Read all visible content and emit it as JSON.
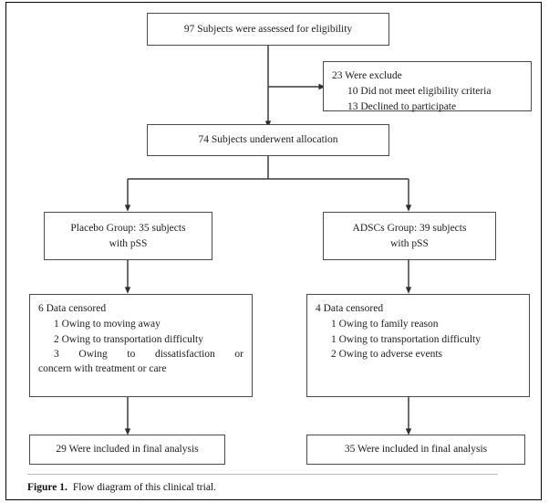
{
  "figure": {
    "number_label": "Figure 1.",
    "caption_text": "Flow diagram of this clinical trial."
  },
  "nodes": {
    "enrollment": {
      "text": "97 Subjects were assessed for eligibility"
    },
    "excluded": {
      "lead": "23 Were exclude",
      "items": [
        "10 Did not meet eligibility criteria",
        "13 Declined to participate"
      ]
    },
    "allocation": {
      "text": "74 Subjects underwent allocation"
    },
    "placebo_group": {
      "line1": "Placebo Group: 35 subjects",
      "line2": "with pSS"
    },
    "adscs_group": {
      "line1": "ADSCs Group: 39 subjects",
      "line2": "with pSS"
    },
    "placebo_censored": {
      "lead": "6 Data censored",
      "items": [
        "1 Owing to moving away",
        "2 Owing to transportation difficulty"
      ],
      "item3_line1": "3 Owing to dissatisfaction or",
      "item3_line2": "concern with treatment or care"
    },
    "adscs_censored": {
      "lead": "4 Data censored",
      "items": [
        "1 Owing to family reason",
        "1 Owing to transportation difficulty",
        "2 Owing to adverse events"
      ]
    },
    "placebo_analysis": {
      "text": "29 Were included in final analysis"
    },
    "adscs_analysis": {
      "text": "35 Were included in final analysis"
    }
  },
  "colors": {
    "box_border": "#4a4a4a",
    "page_border": "#000000",
    "connector": "#3a3a3a",
    "text": "#1c1c1c"
  }
}
